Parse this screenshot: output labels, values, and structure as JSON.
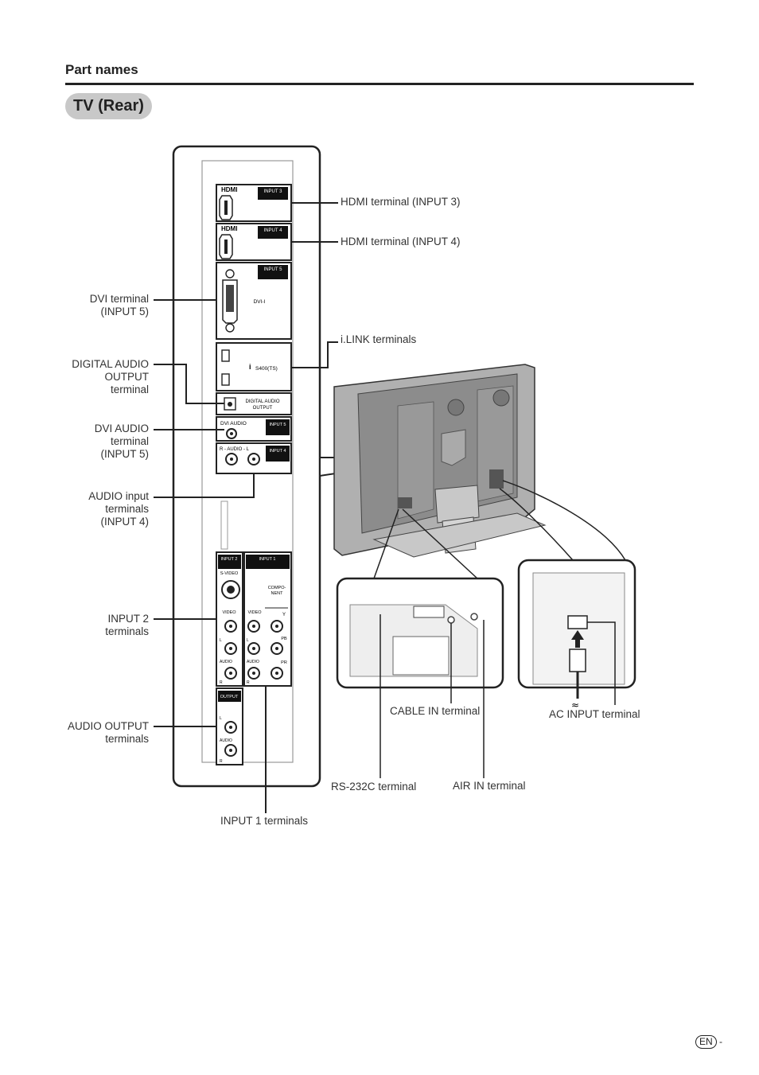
{
  "header": {
    "section": "Part names",
    "title": "TV (Rear)"
  },
  "panel": {
    "hdmi_logo": "HDMI",
    "input3_tag": "INPUT 3",
    "input4_tag": "INPUT 4",
    "input5_tag": "INPUT 5",
    "dvi_label": "DVI-I",
    "ilink_label": "S400(TS)",
    "digital_audio_label_1": "DIGITAL AUDIO",
    "digital_audio_label_2": "OUTPUT",
    "dvi_audio_label": "DVI AUDIO",
    "audio_rl_label": "R - AUDIO - L",
    "input2_tag": "INPUT 2",
    "input1_tag": "INPUT 1",
    "svideo_label": "S-VIDEO",
    "component_label_1": "COMPO-",
    "component_label_2": "NENT",
    "video_label": "VIDEO",
    "audio_label": "AUDIO",
    "y_label": "Y",
    "pb_label": "PB",
    "pr_label": "PR",
    "l_label": "L",
    "r_label": "R",
    "output_tag": "OUTPUT"
  },
  "labels": {
    "hdmi3": "HDMI terminal (INPUT 3)",
    "hdmi4": "HDMI terminal (INPUT 4)",
    "ilink": "i.LINK terminals",
    "dvi": [
      "DVI terminal",
      "(INPUT 5)"
    ],
    "digital_audio": [
      "DIGITAL AUDIO",
      "OUTPUT",
      "terminal"
    ],
    "dvi_audio": [
      "DVI AUDIO",
      "terminal",
      "(INPUT 5)"
    ],
    "audio_in": [
      "AUDIO input",
      "terminals",
      "(INPUT 4)"
    ],
    "input2": [
      "INPUT 2",
      "terminals"
    ],
    "audio_out": [
      "AUDIO OUTPUT",
      "terminals"
    ],
    "input1": "INPUT 1 terminals",
    "cable_in": "CABLE IN terminal",
    "rs232c": "RS-232C terminal",
    "air_in": "AIR IN terminal",
    "ac_input": "AC INPUT terminal"
  },
  "footer": {
    "lang": "EN",
    "suffix": "-"
  }
}
